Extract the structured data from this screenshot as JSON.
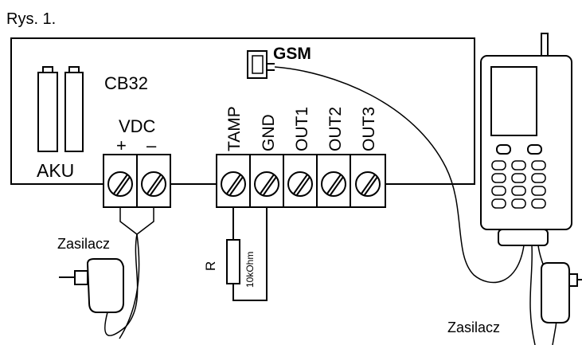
{
  "figure": {
    "caption": "Rys. 1."
  },
  "device": {
    "name": "CB32",
    "battery_label": "AKU",
    "gsm_label": "GSM",
    "power_input": {
      "label": "VDC",
      "plus": "+",
      "minus": "–"
    },
    "terminals": [
      "TAMP",
      "GND",
      "OUT1",
      "OUT2",
      "OUT3"
    ]
  },
  "resistor": {
    "label": "R",
    "value": "10kOhm"
  },
  "power_supplies": [
    {
      "label": "Zasilacz"
    },
    {
      "label": "Zasilacz"
    }
  ]
}
